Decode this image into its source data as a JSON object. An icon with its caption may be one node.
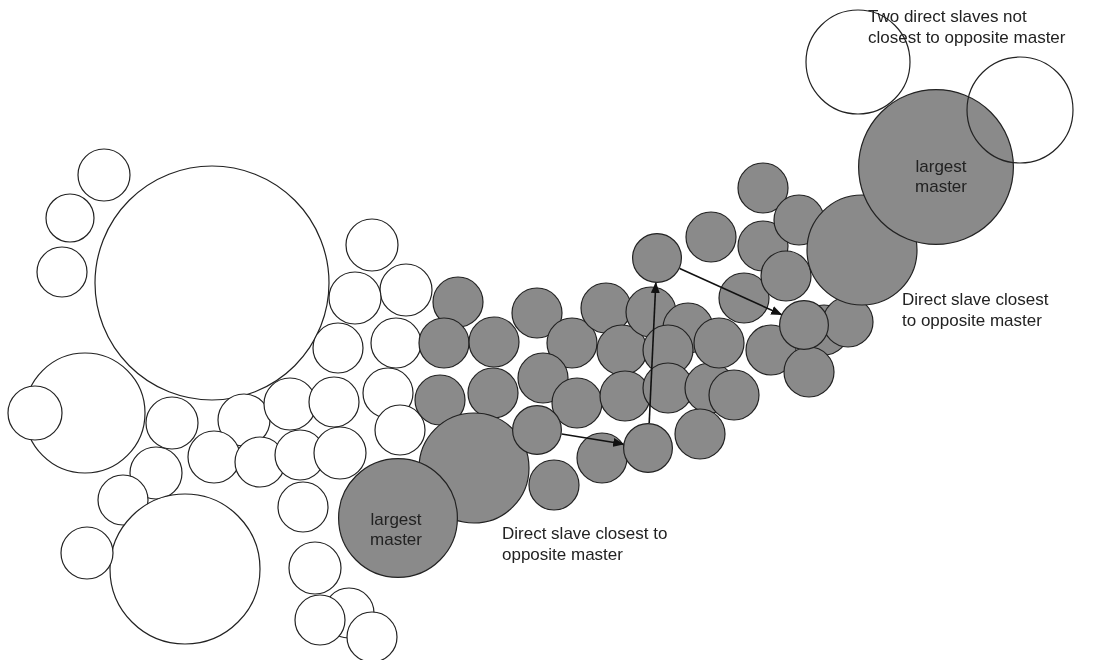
{
  "diagram": {
    "nodes": [
      {
        "text": [
          "largest master"
        ]
      },
      {
        "text": [],
        "shape": "circle"
      },
      {
        "text": [],
        "shape": "circle"
      },
      {
        "text": [],
        "shape": "circle"
      },
      {
        "text": [],
        "shape": "circle"
      },
      {
        "text": [
          "largest master"
        ]
      }
    ],
    "edges": [
      {
        "from": 3,
        "to": 4,
        "arrow": "to"
      },
      {
        "from": 4,
        "to": 1,
        "arrow": "to"
      },
      {
        "from": 1,
        "to": 2,
        "arrow": "to"
      }
    ],
    "labels": [
      "Two direct slaves not closest to opposite master",
      "Direct slave closest to opposite master",
      "Direct slave closest to opposite master"
    ]
  }
}
